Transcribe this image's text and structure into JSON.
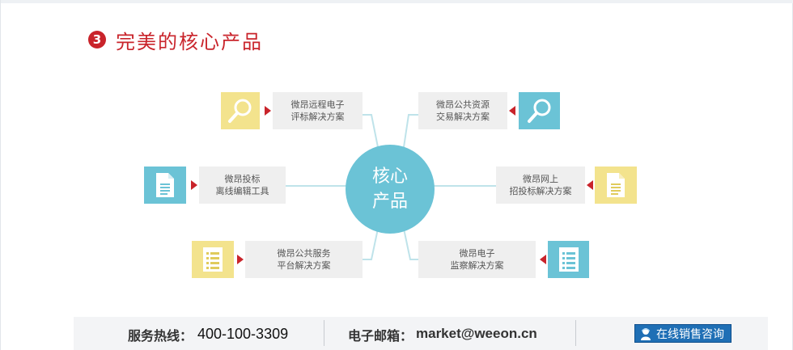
{
  "section": {
    "number": "3",
    "title": "完美的核心产品"
  },
  "center": {
    "line1": "核心",
    "line2": "产品"
  },
  "products": [
    {
      "line1": "微昂远程电子",
      "line2": "评标解决方案",
      "icon": "magnifier-icon",
      "color": "#f3e38d"
    },
    {
      "line1": "微昂公共资源",
      "line2": "交易解决方案",
      "icon": "magnifier-icon",
      "color": "#6bc3d6"
    },
    {
      "line1": "微昂投标",
      "line2": "离线编辑工具",
      "icon": "document-icon",
      "color": "#6bc3d6"
    },
    {
      "line1": "微昂网上",
      "line2": "招投标解决方案",
      "icon": "document-icon",
      "color": "#f3e38d"
    },
    {
      "line1": "微昂公共服务",
      "line2": "平台解决方案",
      "icon": "checklist-icon",
      "color": "#f3e38d"
    },
    {
      "line1": "微昂电子",
      "line2": "监察解决方案",
      "icon": "checklist-icon",
      "color": "#6bc3d6"
    }
  ],
  "footer": {
    "hotline_label": "服务热线：",
    "hotline_value": "400-100-3309",
    "email_label": "电子邮箱：",
    "email_value": "market@weeon.cn",
    "consult_button": "在线销售咨询"
  },
  "colors": {
    "accent_red": "#c9242b",
    "teal": "#6bc3d6",
    "yellow": "#f3e38d",
    "button_blue": "#1f6fb5"
  }
}
